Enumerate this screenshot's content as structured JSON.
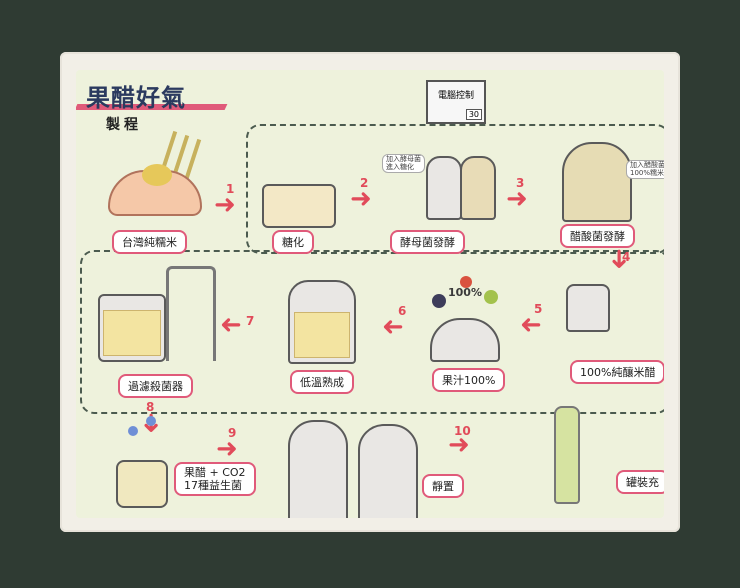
{
  "brand": {
    "logo": "果醋好氣",
    "subtitle": "製程"
  },
  "computer": {
    "label": "電腦控制",
    "readout": "30"
  },
  "notes": {
    "yeast": "加入酵母菌\n進入糖化",
    "acetic": "加入醋酸菌\n100%糯米"
  },
  "steps": [
    {
      "num": "",
      "label": "台灣純糯米"
    },
    {
      "num": "1",
      "label": "糖化"
    },
    {
      "num": "2",
      "label": "酵母菌發酵"
    },
    {
      "num": "3",
      "label": "醋酸菌發酵"
    },
    {
      "num": "4",
      "label": "100%純釀米醋"
    },
    {
      "num": "5",
      "label": "果汁100%"
    },
    {
      "num": "6",
      "label": "低溫熟成"
    },
    {
      "num": "7",
      "label": "過濾殺菌器"
    },
    {
      "num": "8",
      "label": "果醋 + CO2\n17種益生菌"
    },
    {
      "num": "9",
      "label": ""
    },
    {
      "num": "10",
      "label": "靜置"
    },
    {
      "num": "",
      "label": "罐裝充"
    }
  ],
  "percent_badge": "100%",
  "colors": {
    "accent": "#e14b5a",
    "pill_border": "#e05a7a",
    "background": "#eef2dc",
    "frame": "#2f3b33"
  }
}
